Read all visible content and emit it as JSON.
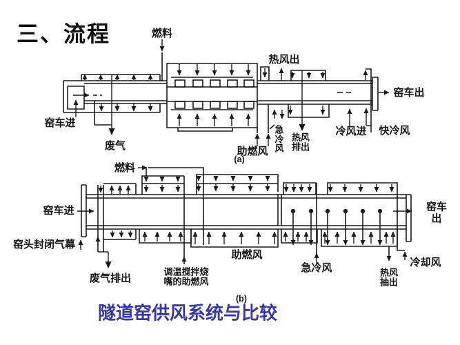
{
  "title": "三、流程",
  "caption": {
    "text": "隧道窑供风系统与比较",
    "color": "#39399b"
  },
  "line_color": "#1a1a1a",
  "diagram_a": {
    "tag": "(a)",
    "labels": {
      "fuel": "燃料",
      "kiln_car_in": "窑车进",
      "waste_gas": "废气",
      "hot_air_out": "热风出",
      "combustion_air": "助燃风",
      "quench_air": "急冷风",
      "hot_air_discharge": "热风\n排出",
      "cold_air_in": "冷风进",
      "fast_cooling_air": "快冷风",
      "kiln_car_out": "窑车出"
    }
  },
  "diagram_b": {
    "tag": "(b)",
    "labels": {
      "fuel": "燃料",
      "kiln_car_in": "窑车进",
      "kiln_head_air_curtain": "窑头封闭气幕",
      "waste_gas_discharge": "废气排出",
      "tempering_burner_air": "调温搅拌烧\n嘴的助燃风",
      "combustion_air": "助燃风",
      "quench_air": "急冷风",
      "hot_air_extraction": "热风\n抽出",
      "cooling_air": "冷却风",
      "kiln_car_out": "窑车出"
    }
  }
}
